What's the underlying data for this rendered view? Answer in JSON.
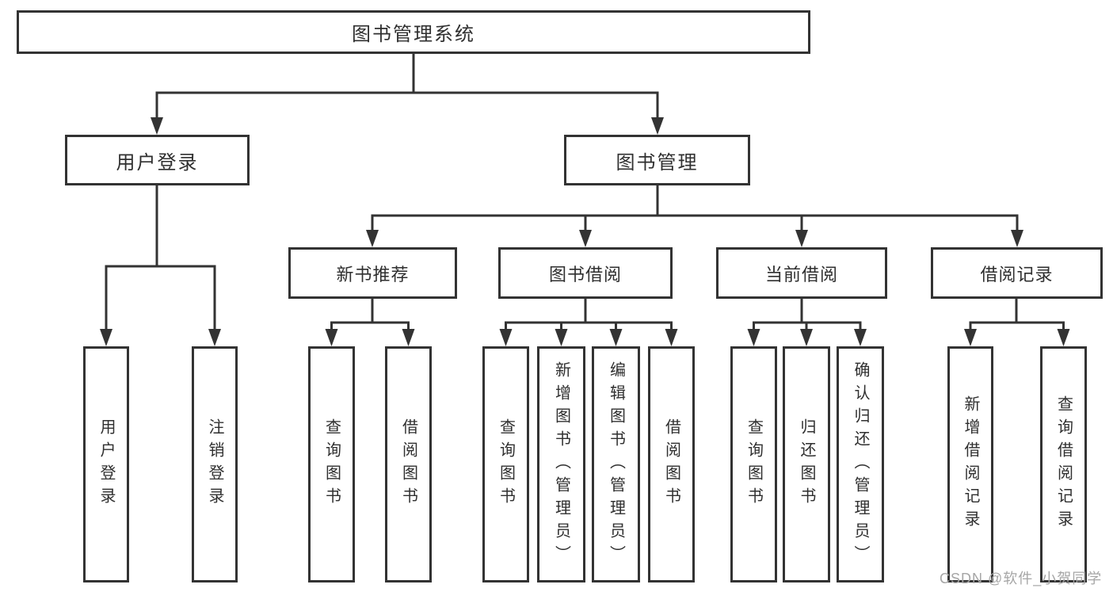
{
  "diagram_title": "图书管理系统",
  "colors": {
    "line": "#333333",
    "box_background": "#ffffff",
    "text": "#2f2f2f",
    "watermark": "#a6a6a6"
  },
  "tree": {
    "label": "图书管理系统",
    "children": [
      {
        "label": "用户登录",
        "children": [
          {
            "label": "用户登录"
          },
          {
            "label": "注销登录"
          }
        ]
      },
      {
        "label": "图书管理",
        "children": [
          {
            "label": "新书推荐",
            "children": [
              {
                "label": "查询图书"
              },
              {
                "label": "借阅图书"
              }
            ]
          },
          {
            "label": "图书借阅",
            "children": [
              {
                "label": "查询图书"
              },
              {
                "label": "新增图书（管理员）"
              },
              {
                "label": "编辑图书（管理员）"
              },
              {
                "label": "借阅图书"
              }
            ]
          },
          {
            "label": "当前借阅",
            "children": [
              {
                "label": "查询图书"
              },
              {
                "label": "归还图书"
              },
              {
                "label": "确认归还（管理员）"
              }
            ]
          },
          {
            "label": "借阅记录",
            "children": [
              {
                "label": "新增借阅记录"
              },
              {
                "label": "查询借阅记录"
              }
            ]
          }
        ]
      }
    ]
  },
  "watermark": {
    "text": "CSDN @软件_小贺同学"
  }
}
